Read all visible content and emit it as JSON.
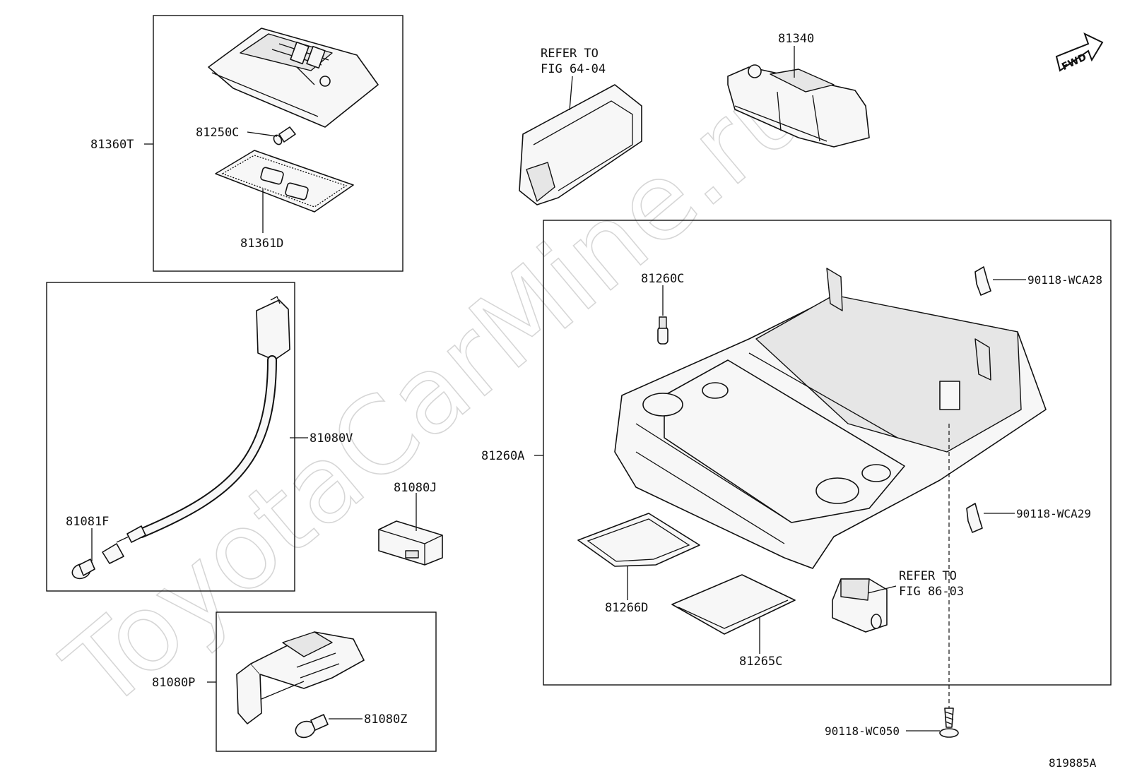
{
  "watermark": "ToyotaCarMine.ru",
  "figure_number": "819885A",
  "fwd_arrow": {
    "label": "FWD"
  },
  "labels": {
    "p81360T": "81360T",
    "p81250C": "81250C",
    "p81361D": "81361D",
    "p81080V": "81080V",
    "p81081F": "81081F",
    "p81080J": "81080J",
    "p81080P": "81080P",
    "p81080Z": "81080Z",
    "p81340": "81340",
    "p81260C": "81260C",
    "p81260A": "81260A",
    "p81266D": "81266D",
    "p81265C": "81265C",
    "p90118_WCA28": "90118-WCA28",
    "p90118_WCA29": "90118-WCA29",
    "p90118_WC050": "90118-WC050"
  },
  "refer1": {
    "line1": "REFER TO",
    "line2": "FIG 64-04"
  },
  "refer2": {
    "line1": "REFER TO",
    "line2": "FIG 86-03"
  }
}
